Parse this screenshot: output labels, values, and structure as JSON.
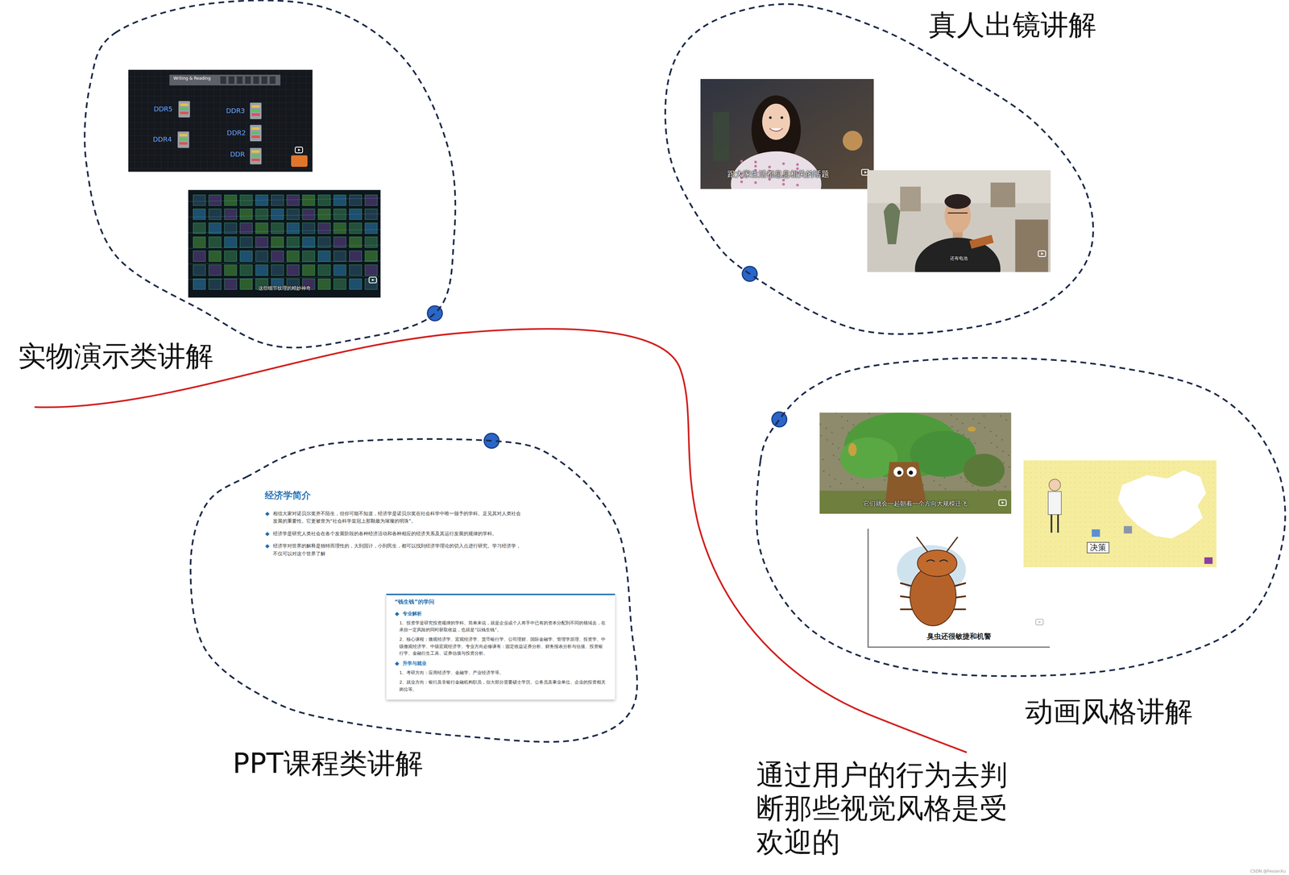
{
  "diagram": {
    "nodes": [
      {
        "text": [
          "实物演示类讲解"
        ]
      },
      {
        "text": [
          "Writing & Reading",
          "DDR5",
          "DDR3",
          "DDR4",
          "DDR2",
          "DDR"
        ],
        "in": 0
      },
      {
        "text": [
          "这些细节纹理的精妙神奇"
        ],
        "in": 0
      },
      {
        "text": [
          "真人出镜讲解"
        ]
      },
      {
        "text": [
          "跟大家生活都息息相关的话题"
        ],
        "in": 3
      },
      {
        "text": [
          "还有电池"
        ],
        "in": 3
      },
      {
        "text": [
          "PPT课程类讲解"
        ]
      },
      {
        "text": [
          "经济学简介",
          "相信大家对诺贝尔奖并不陌生，但你可能不知道，经济学是诺贝尔奖在社会科学中唯一颁予的学科。足见其对人类社会发展的重要性。它更被誉为“社会科学皇冠上那颗最为璀璨的明珠”。",
          "经济学是研究人类社会在各个发展阶段的各种经济活动和各种相应的经济关系及其运行发展的规律的学科。",
          "经济学对世界的解释是独特而理性的，大到国计，小到民生，都可以找到经济学理论的切入点进行研究。学习经济学，不仅可以对这个世界了解"
        ],
        "in": 6
      },
      {
        "text": [
          "“钱生钱”的学问",
          "专业解析",
          "1、投资学是研究投资规律的学科。简单来说，就是企业或个人将手中已有的资本分配到不同的领域去，在承担一定风险的同时获取收益，也就是“以钱生钱”。",
          "2、核心课程：微观经济学、宏观经济学、货币银行学、公司理财、国际金融学、管理学原理、投资学、中级微观经济学、中级宏观经济学。专业方向必修课有：固定收益证券分析、财务报表分析与估值、投资银行学、金融衍生工具、证券估值与投资分析。",
          "升学与就业",
          "1、考研方向：应用经济学、金融学、产业经济学等。",
          "2、就业方向：银行及非银行金融机构职员，但大部分需要硕士学历。公务员及事业单位、企业的投资相关岗位等。"
        ],
        "in": 6
      },
      {
        "text": [
          "动画风格讲解"
        ]
      },
      {
        "text": [
          "它们就会一起朝着一个方向大规模迁飞"
        ],
        "in": 9
      },
      {
        "text": [
          "决策"
        ],
        "in": 9
      },
      {
        "text": [
          "臭虫还很敏捷和机警"
        ],
        "in": 9
      }
    ],
    "labels": [
      "通过用户的行为去判断那些视觉风格是受欢迎的",
      "CSDN @FesianXu"
    ]
  }
}
